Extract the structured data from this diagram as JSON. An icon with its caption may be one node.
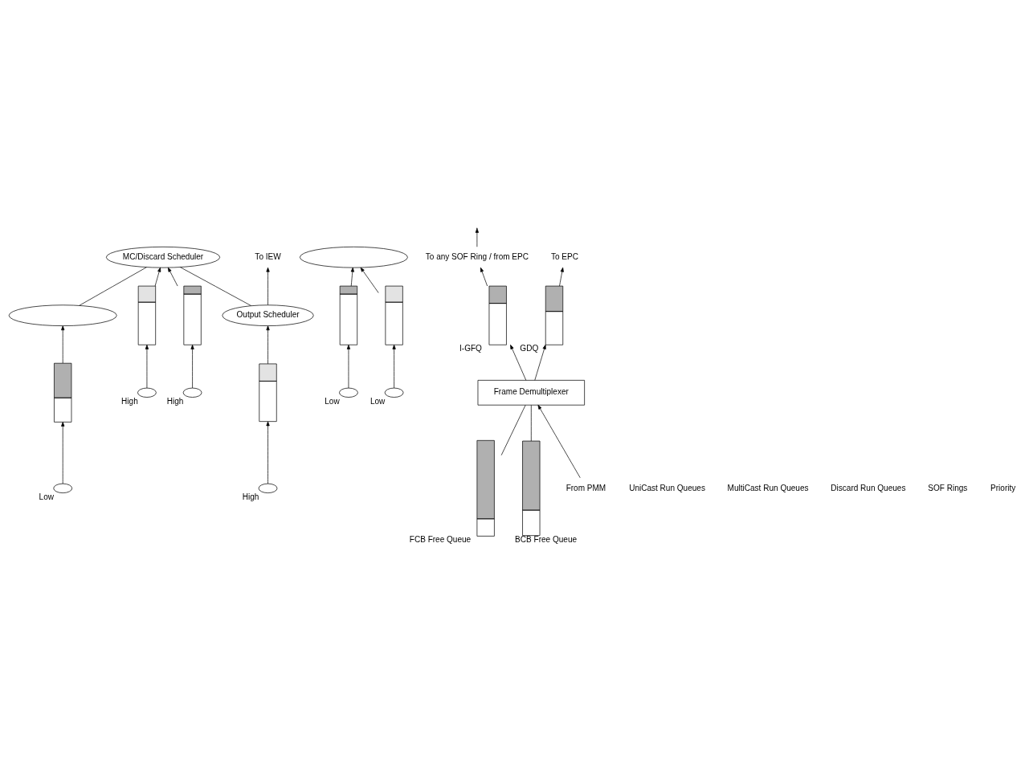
{
  "diagram": {
    "nodes": [
      {
        "text": [
          "To IEW"
        ]
      },
      {
        "text": [
          "Output Scheduler"
        ]
      },
      {
        "text": [],
        "shape": "ellipse"
      },
      {
        "text": [
          "MC/Discard Scheduler"
        ]
      },
      {
        "text": [],
        "shape": "ellipse"
      },
      {
        "text": [],
        "shape": "bar"
      },
      {
        "text": [],
        "shape": "bar"
      },
      {
        "text": [],
        "shape": "bar"
      },
      {
        "text": [],
        "shape": "bar"
      },
      {
        "text": [],
        "shape": "bar"
      },
      {
        "text": [],
        "shape": "bar"
      },
      {
        "text": [],
        "shape": "ellipse",
        "beside": [
          "High"
        ]
      },
      {
        "text": [],
        "shape": "ellipse",
        "beside": [
          "Low"
        ]
      },
      {
        "text": [],
        "shape": "ellipse",
        "beside": [
          "High"
        ]
      },
      {
        "text": [],
        "shape": "ellipse",
        "beside": [
          "Low"
        ]
      },
      {
        "text": [],
        "shape": "ellipse",
        "beside": [
          "High"
        ]
      },
      {
        "text": [],
        "shape": "ellipse",
        "beside": [
          "Low"
        ]
      },
      {
        "text": [
          "To any SOF Ring / from EPC"
        ]
      },
      {
        "text": [
          "To EPC"
        ]
      },
      {
        "text": [],
        "shape": "bar",
        "beside": [
          "I-GFQ"
        ]
      },
      {
        "text": [],
        "shape": "bar",
        "beside": [
          "GDQ"
        ]
      },
      {
        "text": [],
        "shape": "bar",
        "beside": [
          "FCB Free Queue"
        ]
      },
      {
        "text": [],
        "shape": "bar",
        "beside": [
          "BCB Free Queue"
        ]
      },
      {
        "text": [
          "Frame Demultiplexer"
        ]
      },
      {
        "text": [
          "From PMM"
        ]
      }
    ],
    "edges": [
      {
        "from": 1,
        "to": 0,
        "arrow": "to"
      },
      {
        "from": 1,
        "to": 3,
        "arrow": "none"
      },
      {
        "from": 2,
        "to": 3,
        "arrow": "none"
      },
      {
        "from": 5,
        "to": 1,
        "arrow": "to"
      },
      {
        "from": 6,
        "to": 2,
        "arrow": "to"
      },
      {
        "from": 7,
        "to": 3,
        "arrow": "to"
      },
      {
        "from": 8,
        "to": 4,
        "arrow": "to"
      },
      {
        "from": 9,
        "to": 3,
        "arrow": "to"
      },
      {
        "from": 10,
        "to": 4,
        "arrow": "to"
      },
      {
        "from": 11,
        "to": 5,
        "arrow": "to"
      },
      {
        "from": 12,
        "to": 6,
        "arrow": "to"
      },
      {
        "from": 13,
        "to": 7,
        "arrow": "to"
      },
      {
        "from": 14,
        "to": 8,
        "arrow": "to"
      },
      {
        "from": 15,
        "to": 9,
        "arrow": "to"
      },
      {
        "from": 16,
        "to": 10,
        "arrow": "to"
      },
      {
        "from": 17,
        "to": null,
        "arrow": "to"
      },
      {
        "from": 19,
        "to": 17,
        "arrow": "to"
      },
      {
        "from": 20,
        "to": 18,
        "arrow": "to"
      },
      {
        "from": 23,
        "to": 19,
        "arrow": "to"
      },
      {
        "from": 23,
        "to": 20,
        "arrow": "to"
      },
      {
        "from": 21,
        "to": 23,
        "arrow": "none"
      },
      {
        "from": 22,
        "to": 23,
        "arrow": "none"
      },
      {
        "from": 24,
        "to": 23,
        "arrow": "to"
      }
    ],
    "labels": [
      "UniCast Run Queues",
      "MultiCast Run Queues",
      "Discard Run Queues",
      "SOF Rings",
      "Priority"
    ]
  }
}
